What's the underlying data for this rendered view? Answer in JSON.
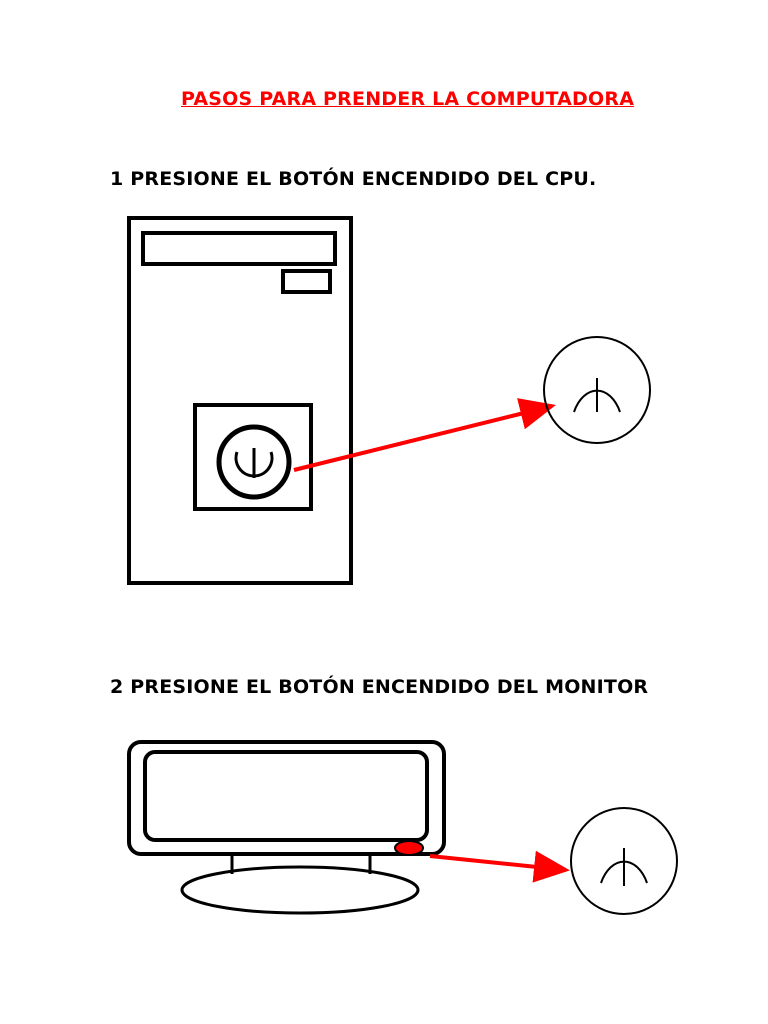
{
  "title": "PASOS PARA PRENDER LA COMPUTADORA",
  "steps": [
    {
      "label": "1 PRESIONE EL BOTÓN ENCENDIDO DEL CPU."
    },
    {
      "label": "2 PRESIONE EL BOTÓN ENCENDIDO DEL MONITOR"
    }
  ],
  "colors": {
    "title": "#ff0000",
    "arrow": "#ff0000",
    "lines": "#000000",
    "monitor_button": "#ff0000"
  }
}
